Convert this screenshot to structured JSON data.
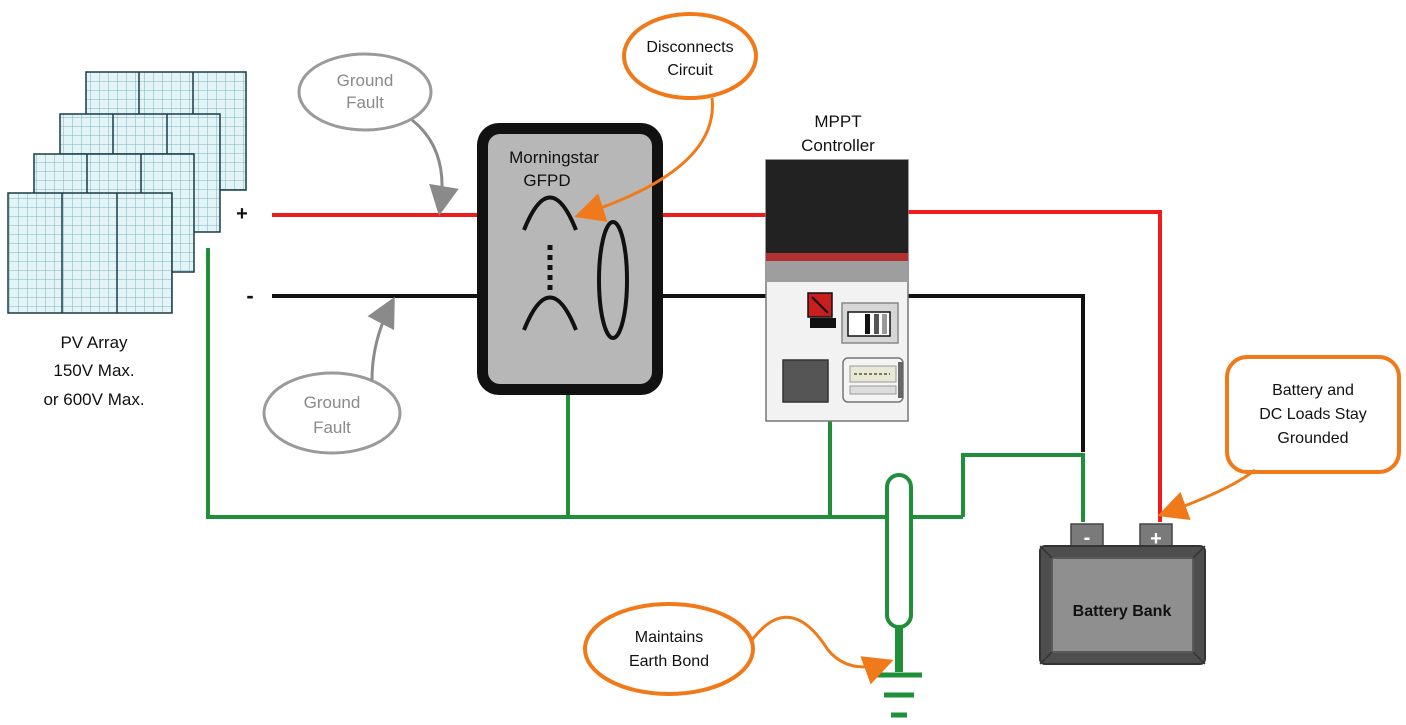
{
  "pv_array": {
    "label_line1": "PV Array",
    "label_line2": "150V Max.",
    "label_line3": "or 600V Max."
  },
  "polarity": {
    "plus": "+",
    "minus": "-"
  },
  "gfpd": {
    "line1": "Morningstar",
    "line2": "GFPD"
  },
  "mppt": {
    "line1": "MPPT",
    "line2": "Controller"
  },
  "battery": {
    "label": "Battery Bank",
    "neg": "-",
    "pos": "+"
  },
  "callouts": {
    "ground_fault_top": [
      "Ground",
      "Fault"
    ],
    "ground_fault_bottom": [
      "Ground",
      "Fault"
    ],
    "disconnects": [
      "Disconnects",
      "Circuit"
    ],
    "battery_grounded": [
      "Battery and",
      "DC Loads Stay",
      "Grounded"
    ],
    "earth_bond": [
      "Maintains",
      "Earth Bond"
    ]
  },
  "colors": {
    "positive_wire": "#ee1c1c",
    "negative_wire": "#111111",
    "ground_wire": "#1f8f3a",
    "orange_callout": "#f07a1a",
    "gray_callout": "#9a9a9a",
    "panel_blue": "#dff2f6"
  }
}
